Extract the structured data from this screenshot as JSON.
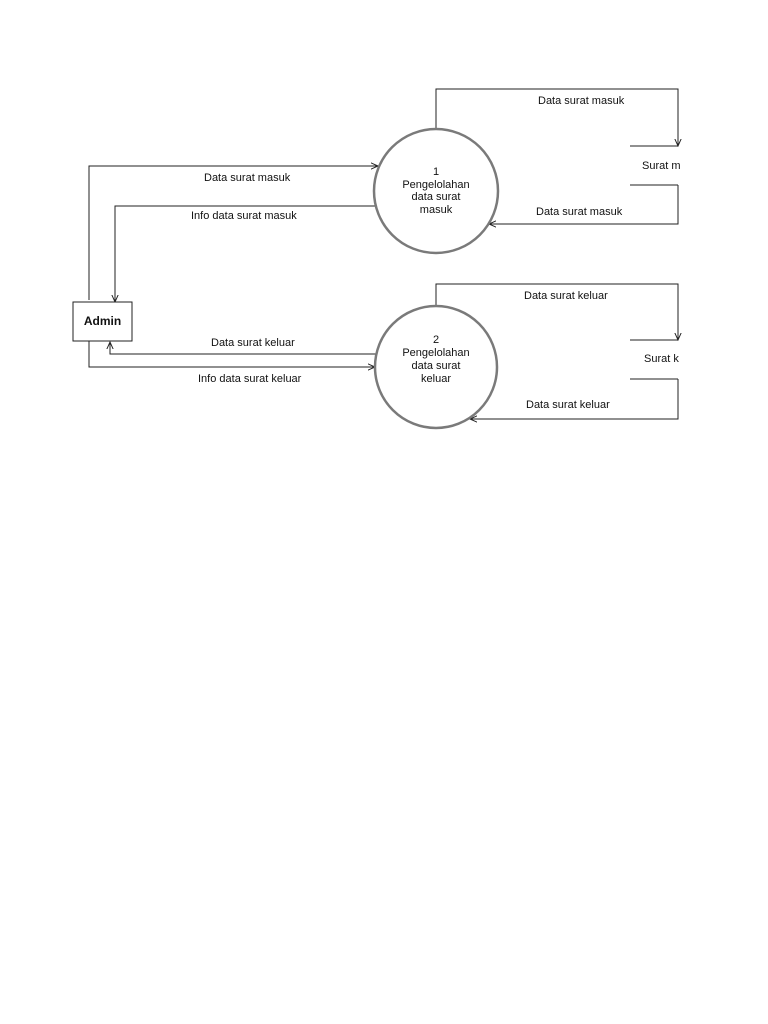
{
  "entity": {
    "label": "Admin"
  },
  "processes": [
    {
      "number": "1",
      "lines": [
        "Pengelolahan",
        "data surat",
        "masuk"
      ]
    },
    {
      "number": "2",
      "lines": [
        "Pengelolahan",
        "data surat",
        "keluar"
      ]
    }
  ],
  "stores": [
    {
      "label": "Surat m"
    },
    {
      "label": "Surat k"
    }
  ],
  "flows": {
    "admin_to_p1": "Data surat masuk",
    "p1_to_admin": "Info data surat masuk",
    "p1_to_store1": "Data surat masuk",
    "store1_to_p1": "Data surat masuk",
    "p2_to_admin": "Data surat keluar",
    "admin_to_p2": "Info data surat keluar",
    "p2_to_store2": "Data surat keluar",
    "store2_to_p2": "Data surat keluar"
  }
}
